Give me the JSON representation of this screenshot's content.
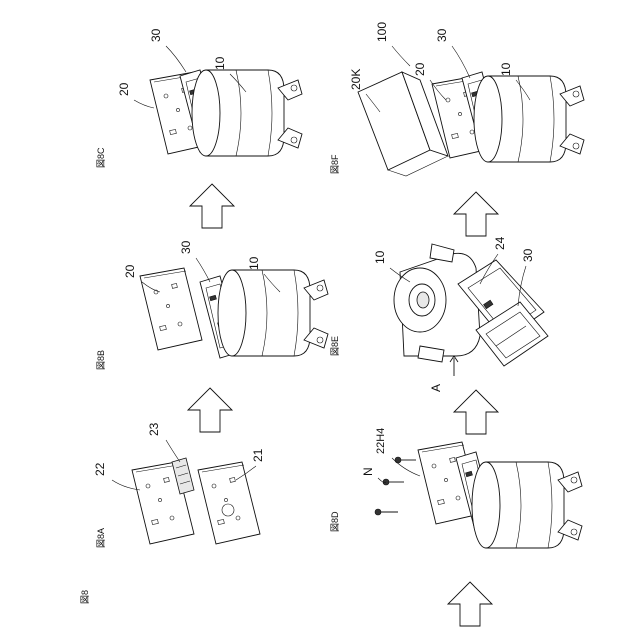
{
  "figure_label": "図8",
  "panels": {
    "a": {
      "label": "図8A",
      "refs": {
        "r22": "22",
        "r23": "23",
        "r21": "21"
      }
    },
    "b": {
      "label": "図8B",
      "refs": {
        "r20": "20",
        "r30": "30",
        "r10": "10"
      }
    },
    "c": {
      "label": "図8C",
      "refs": {
        "r20": "20",
        "r30": "30",
        "r10": "10"
      }
    },
    "d": {
      "label": "図8D",
      "refs": {
        "rN": "N",
        "r22H4": "22H4"
      }
    },
    "e": {
      "label": "図8E",
      "refs": {
        "r10": "10",
        "r24": "24",
        "r30": "30",
        "rA": "A"
      }
    },
    "f": {
      "label": "図8F",
      "refs": {
        "r100": "100",
        "r20K": "20K",
        "r20": "20",
        "r30": "30",
        "r10": "10"
      }
    }
  }
}
